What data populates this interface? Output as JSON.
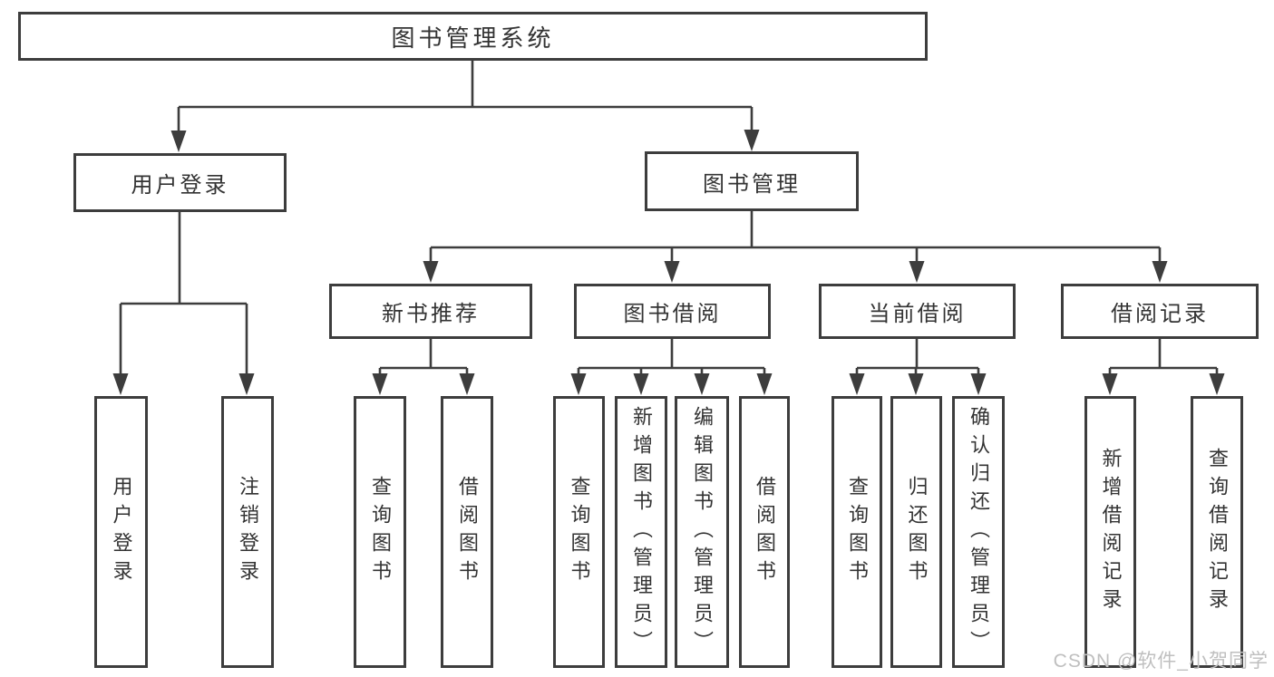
{
  "tree": {
    "root": "图书管理系统",
    "user_login": {
      "label": "用户登录",
      "children": [
        "用户登录",
        "注销登录"
      ]
    },
    "book_management": {
      "label": "图书管理",
      "sections": {
        "new_book": {
          "label": "新书推荐",
          "children": [
            "查询图书",
            "借阅图书"
          ]
        },
        "borrow": {
          "label": "图书借阅",
          "children": [
            "查询图书",
            "新增图书（管理员）",
            "编辑图书（管理员）",
            "借阅图书"
          ]
        },
        "current": {
          "label": "当前借阅",
          "children": [
            "查询图书",
            "归还图书",
            "确认归还（管理员）"
          ]
        },
        "records": {
          "label": "借阅记录",
          "children": [
            "新增借阅记录",
            "查询借阅记录"
          ]
        }
      }
    }
  },
  "watermark": "CSDN @软件_小贺同学",
  "colors": {
    "line": "#3d3d3d",
    "text": "#333333",
    "watermark": "#bfbfbf",
    "background": "#ffffff"
  }
}
